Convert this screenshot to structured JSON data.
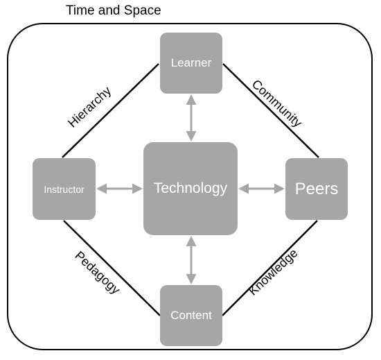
{
  "title": "Time and Space",
  "nodes": {
    "learner": "Learner",
    "instructor": "Instructor",
    "technology": "Technology",
    "peers": "Peers",
    "content": "Content"
  },
  "edges": {
    "learner_instructor": "Hierarchy",
    "learner_peers": "Community",
    "instructor_content": "Pedagogy",
    "peers_content": "Knowledge"
  },
  "colors": {
    "node_fill": "#a6a6a6",
    "node_text": "#ffffff",
    "arrow": "#a6a6a6",
    "line": "#000000"
  }
}
